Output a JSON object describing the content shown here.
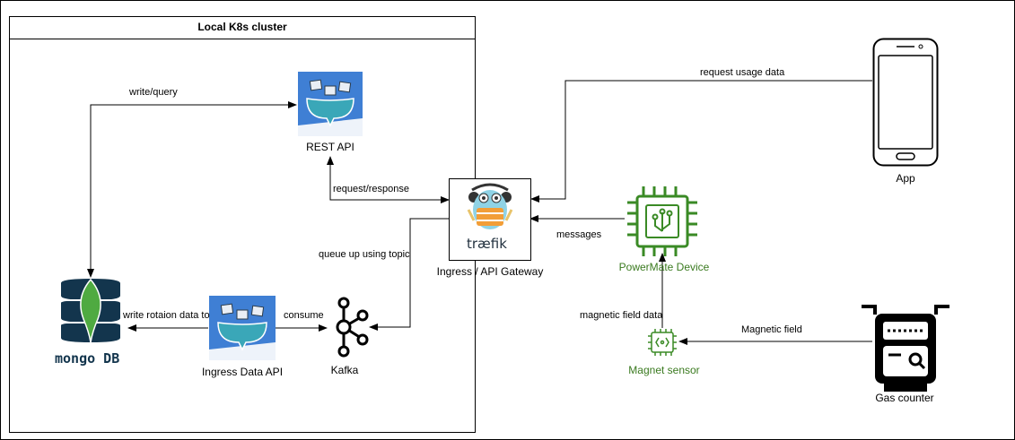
{
  "cluster": {
    "title": "Local K8s cluster"
  },
  "nodes": {
    "rest_api": "REST API",
    "ingress_gateway": "Ingress / API Gateway",
    "traefik_logo_text": "træfik",
    "mongodb_logo_text": "mongo DB",
    "ingress_data_api": "Ingress Data API",
    "kafka": "Kafka",
    "powermate": "PowerMate Device",
    "magnet_sensor": "Magnet sensor",
    "app": "App",
    "gas_counter": "Gas counter"
  },
  "edges": {
    "write_query": "write/query",
    "request_response": "request/response",
    "queue_up": "queue up using topic",
    "write_rotation": "write rotaion data to",
    "consume": "consume",
    "messages": "messages",
    "request_usage": "request usage data",
    "magnetic_field_data": "magnetic field data",
    "magnetic_field": "Magnetic field"
  },
  "colors": {
    "line": "#000000",
    "k8s_blue": "#3f7fd4",
    "whale_teal": "#3aa7b8",
    "mongo_leaf": "#4faa41",
    "mongo_dark": "#13354d",
    "iot_green": "#3a8a25",
    "traefik_orange": "#f29e38"
  }
}
